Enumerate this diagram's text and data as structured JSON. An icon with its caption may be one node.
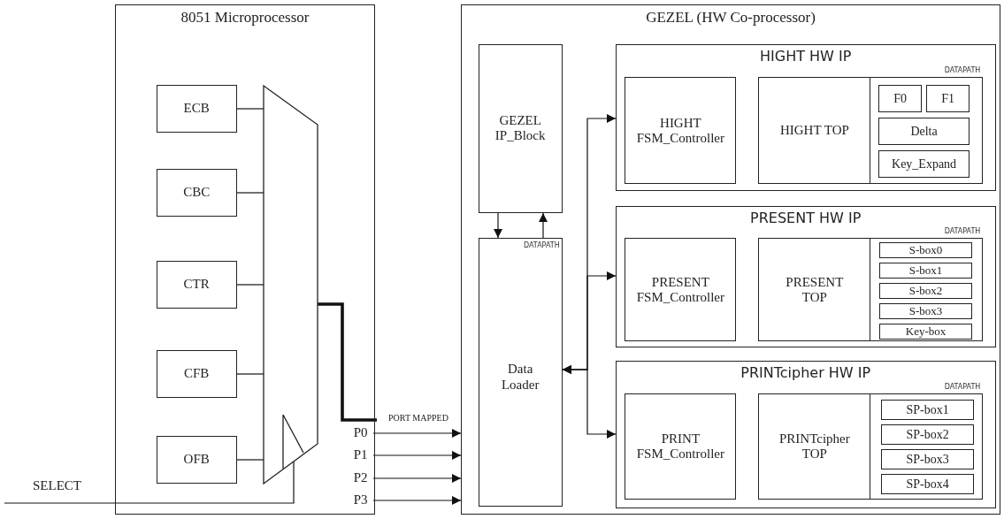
{
  "diagram": {
    "nodes": [
      {
        "text": [
          "8051 Microprocessor"
        ]
      },
      {
        "text": [
          "ECB"
        ],
        "in": 0
      },
      {
        "text": [
          "CBC"
        ],
        "in": 0
      },
      {
        "text": [
          "CTR"
        ],
        "in": 0
      },
      {
        "text": [
          "CFB"
        ],
        "in": 0
      },
      {
        "text": [
          "OFB"
        ],
        "in": 0
      },
      {
        "text": [],
        "shape": "trapezoid",
        "in": 0
      },
      {
        "text": [
          "SELECT"
        ]
      },
      {
        "text": [
          "PORT MAPPED"
        ]
      },
      {
        "text": [
          "P0"
        ],
        "in": 0
      },
      {
        "text": [
          "P1"
        ],
        "in": 0
      },
      {
        "text": [
          "P2"
        ],
        "in": 0
      },
      {
        "text": [
          "P3"
        ],
        "in": 0
      },
      {
        "text": [
          "GEZEL (HW Co-processor)"
        ]
      },
      {
        "text": [
          "GEZEL IP_Block"
        ],
        "in": 13
      },
      {
        "text": [
          "DATAPATH",
          "Data Loader"
        ],
        "in": 13
      },
      {
        "text": [
          "HIGHT HW IP"
        ],
        "in": 13
      },
      {
        "text": [
          "HIGHT FSM_Controller"
        ],
        "in": 16
      },
      {
        "text": [
          "HIGHT TOP"
        ],
        "in": 16
      },
      {
        "text": [
          "DATAPATH"
        ],
        "in": 16
      },
      {
        "text": [
          "F0"
        ],
        "in": 19
      },
      {
        "text": [
          "F1"
        ],
        "in": 19
      },
      {
        "text": [
          "Delta"
        ],
        "in": 19
      },
      {
        "text": [
          "Key_Expand"
        ],
        "in": 19
      },
      {
        "text": [
          "PRESENT HW IP"
        ],
        "in": 13
      },
      {
        "text": [
          "PRESENT FSM_Controller"
        ],
        "in": 24
      },
      {
        "text": [
          "PRESENT TOP"
        ],
        "in": 24
      },
      {
        "text": [
          "DATAPATH"
        ],
        "in": 24
      },
      {
        "text": [
          "S-box0"
        ],
        "in": 27
      },
      {
        "text": [
          "S-box1"
        ],
        "in": 27
      },
      {
        "text": [
          "S-box2"
        ],
        "in": 27
      },
      {
        "text": [
          "S-box3"
        ],
        "in": 27
      },
      {
        "text": [
          "Key-box"
        ],
        "in": 27
      },
      {
        "text": [
          "PRINTcipher HW IP"
        ],
        "in": 13
      },
      {
        "text": [
          "PRINT FSM_Controller"
        ],
        "in": 33
      },
      {
        "text": [
          "PRINTcipher TOP"
        ],
        "in": 33
      },
      {
        "text": [
          "DATAPATH"
        ],
        "in": 33
      },
      {
        "text": [
          "SP-box1"
        ],
        "in": 36
      },
      {
        "text": [
          "SP-box2"
        ],
        "in": 36
      },
      {
        "text": [
          "SP-box3"
        ],
        "in": 36
      },
      {
        "text": [
          "SP-box4"
        ],
        "in": 36
      }
    ],
    "edges": [
      {
        "from": 1,
        "to": 6,
        "arrow": "none"
      },
      {
        "from": 2,
        "to": 6,
        "arrow": "none"
      },
      {
        "from": 3,
        "to": 6,
        "arrow": "none"
      },
      {
        "from": 4,
        "to": 6,
        "arrow": "none"
      },
      {
        "from": 5,
        "to": 6,
        "arrow": "none"
      },
      {
        "from": 7,
        "to": 6,
        "arrow": "none"
      },
      {
        "from": 6,
        "to": 8,
        "arrow": "none",
        "style": "thick"
      },
      {
        "from": 9,
        "to": 13,
        "arrow": "to"
      },
      {
        "from": 10,
        "to": 13,
        "arrow": "to"
      },
      {
        "from": 11,
        "to": 13,
        "arrow": "to"
      },
      {
        "from": 12,
        "to": 13,
        "arrow": "to"
      },
      {
        "from": 14,
        "to": 15,
        "arrow": "to"
      },
      {
        "from": 15,
        "to": 14,
        "arrow": "to"
      },
      {
        "from": 15,
        "to": 16,
        "arrow": "both"
      },
      {
        "from": 15,
        "to": 24,
        "arrow": "both"
      },
      {
        "from": 15,
        "to": 33,
        "arrow": "both"
      }
    ]
  }
}
